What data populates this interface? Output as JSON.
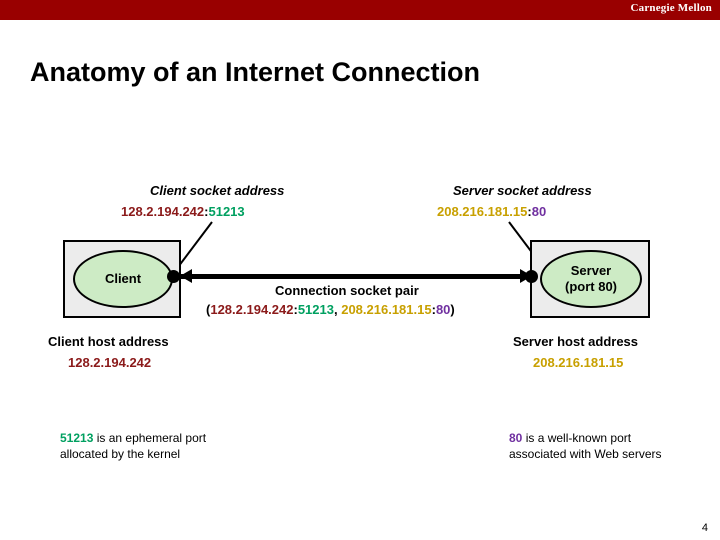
{
  "header": {
    "brand": "Carnegie Mellon"
  },
  "slide": {
    "title": "Anatomy of an Internet Connection",
    "page_number": "4"
  },
  "colors": {
    "header_bar": "#990000",
    "client_ip": "#8B1A1A",
    "client_port": "#00A060",
    "server_ip": "#C8A000",
    "server_port": "#7030A0",
    "box_fill": "#ececec",
    "ellipse_fill": "#cdebc5",
    "text": "#000000"
  },
  "client": {
    "socket_caption": "Client socket address",
    "ip": "128.2.194.242",
    "colon": ":",
    "port": "51213",
    "node_label": "Client",
    "host_caption": "Client host address",
    "host_ip": "128.2.194.242",
    "note_port": "51213",
    "note_text": " is an ephemeral port",
    "note_text_line2": "allocated by the kernel"
  },
  "server": {
    "socket_caption": "Server socket address",
    "ip": "208.216.181.15",
    "colon": ":",
    "port": "80",
    "node_label_line1": "Server",
    "node_label_line2": "(port 80)",
    "host_caption": "Server host address",
    "host_ip": "208.216.181.15",
    "note_port": "80",
    "note_text": " is a well-known port",
    "note_text_line2": "associated with Web servers"
  },
  "connection": {
    "caption": "Connection socket pair",
    "open_paren": "(",
    "comma": ", ",
    "close_paren": ")"
  }
}
